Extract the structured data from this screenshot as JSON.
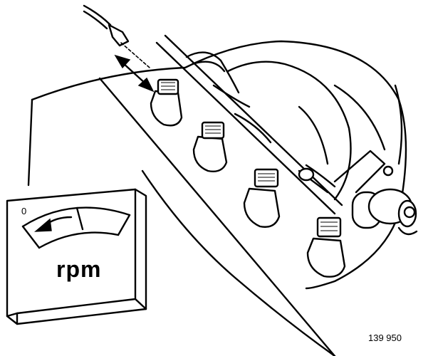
{
  "gauge": {
    "zero_label": "0",
    "unit_label": "rpm"
  },
  "figure": {
    "number": "139 950"
  },
  "icons": [
    "disconnect-arrow-icon",
    "gauge-needle-arrow-icon"
  ]
}
